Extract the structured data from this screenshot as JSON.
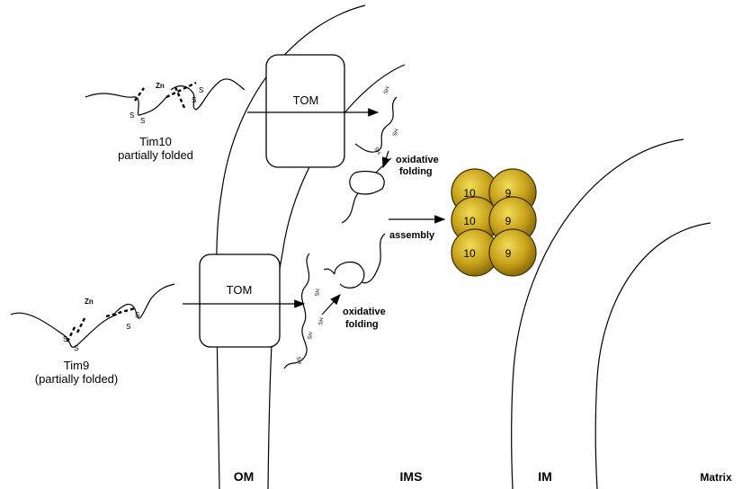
{
  "labels": {
    "tim10_name": "Tim10",
    "tim10_state": "partially folded",
    "tim9_name": "Tim9",
    "tim9_state": "(partially folded)",
    "tom_top": "TOM",
    "tom_bottom": "TOM",
    "zn_top": "Zn",
    "zn_bottom": "Zn",
    "s": "S",
    "sh": "SH",
    "oxidative_top_1": "oxidative",
    "oxidative_top_2": "folding",
    "assembly": "assembly",
    "oxidative_bottom_1": "oxidative",
    "oxidative_bottom_2": "folding"
  },
  "regions": {
    "om": "OM",
    "ims": "IMS",
    "im": "IM",
    "matrix": "Matrix"
  },
  "complex": {
    "color": "#c9a21a",
    "subunits": [
      "10",
      "9",
      "10",
      "9",
      "10",
      "9"
    ]
  }
}
